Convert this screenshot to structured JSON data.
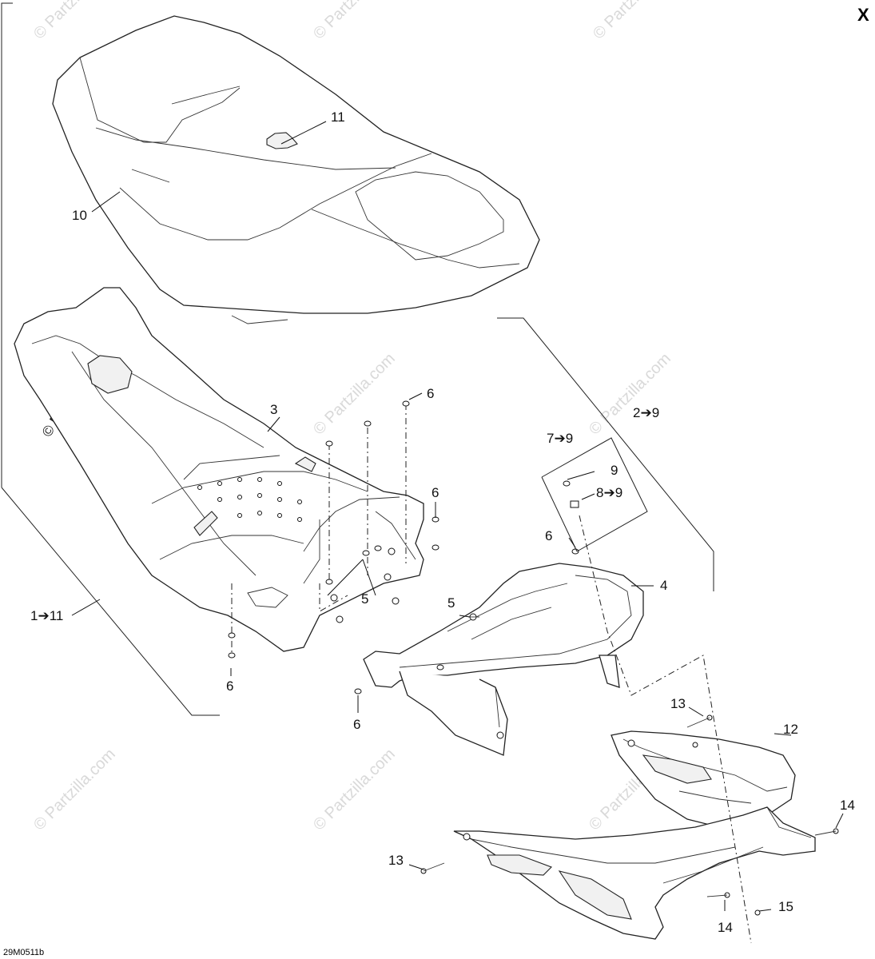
{
  "page": {
    "corner_mark": "X",
    "figure_code": "29M0511b"
  },
  "watermark": {
    "text": "© Partzilla.com"
  },
  "callouts": [
    {
      "id": "c1",
      "text": "1➔11"
    },
    {
      "id": "c2",
      "text": "2➔9"
    },
    {
      "id": "c3",
      "text": "3"
    },
    {
      "id": "c4",
      "text": "4"
    },
    {
      "id": "c5a",
      "text": "5"
    },
    {
      "id": "c5b",
      "text": "5"
    },
    {
      "id": "c6a",
      "text": "6"
    },
    {
      "id": "c6b",
      "text": "6"
    },
    {
      "id": "c6c",
      "text": "6"
    },
    {
      "id": "c6d",
      "text": "6"
    },
    {
      "id": "c6e",
      "text": "6"
    },
    {
      "id": "c7",
      "text": "7➔9"
    },
    {
      "id": "c8",
      "text": "8➔9"
    },
    {
      "id": "c9",
      "text": "9"
    },
    {
      "id": "c10",
      "text": "10"
    },
    {
      "id": "c11",
      "text": "11"
    },
    {
      "id": "c12",
      "text": "12"
    },
    {
      "id": "c13a",
      "text": "13"
    },
    {
      "id": "c13b",
      "text": "13"
    },
    {
      "id": "c14a",
      "text": "14"
    },
    {
      "id": "c14b",
      "text": "14"
    },
    {
      "id": "c15",
      "text": "15"
    }
  ]
}
